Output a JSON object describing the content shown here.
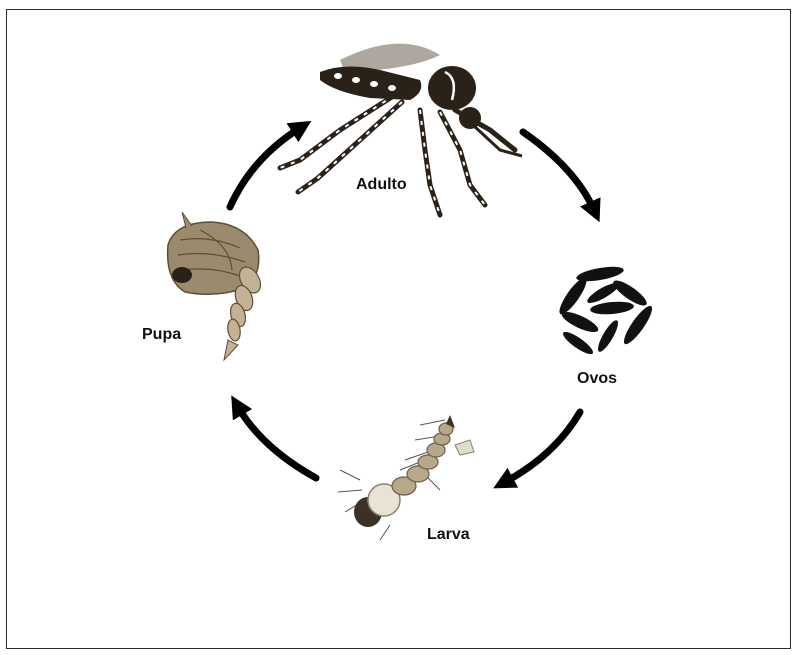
{
  "diagram": {
    "stages": [
      {
        "id": "adulto",
        "label": "Adulto",
        "icon": "mosquito-adult-icon"
      },
      {
        "id": "ovos",
        "label": "Ovos",
        "icon": "eggs-icon"
      },
      {
        "id": "larva",
        "label": "Larva",
        "icon": "larva-icon"
      },
      {
        "id": "pupa",
        "label": "Pupa",
        "icon": "pupa-icon"
      }
    ],
    "flow": [
      "Adulto",
      "Ovos",
      "Larva",
      "Pupa",
      "Adulto"
    ],
    "colors": {
      "arrow": "#000000",
      "body_dark": "#2a2118",
      "larva": "#b8a88a",
      "pupa": "#9c8a6c"
    }
  }
}
